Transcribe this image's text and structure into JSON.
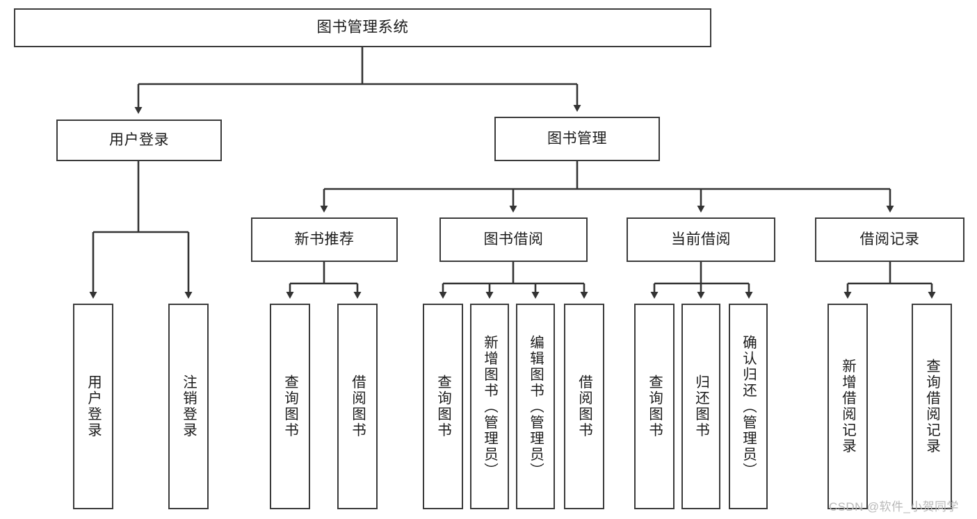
{
  "diagram": {
    "type": "tree-hierarchy",
    "title": "图书管理系统",
    "orientation": "top-down",
    "levels": 4,
    "root": {
      "id": "root",
      "label": "图书管理系统",
      "text_direction": "horizontal"
    },
    "level2": [
      {
        "id": "user-login",
        "label": "用户登录",
        "text_direction": "horizontal"
      },
      {
        "id": "book-manage",
        "label": "图书管理",
        "text_direction": "horizontal"
      }
    ],
    "level3": [
      {
        "id": "new-book-recommend",
        "label": "新书推荐",
        "parent": "book-manage",
        "text_direction": "horizontal"
      },
      {
        "id": "book-borrow",
        "label": "图书借阅",
        "parent": "book-manage",
        "text_direction": "horizontal"
      },
      {
        "id": "current-borrow",
        "label": "当前借阅",
        "parent": "book-manage",
        "text_direction": "horizontal"
      },
      {
        "id": "borrow-record",
        "label": "借阅记录",
        "parent": "book-manage",
        "text_direction": "horizontal"
      }
    ],
    "leaves": [
      {
        "id": "leaf-user-login",
        "label": "用户登录",
        "parent": "user-login",
        "text_direction": "vertical"
      },
      {
        "id": "leaf-user-logout",
        "label": "注销登录",
        "parent": "user-login",
        "text_direction": "vertical"
      },
      {
        "id": "leaf-query-book-1",
        "label": "查询图书",
        "parent": "new-book-recommend",
        "text_direction": "vertical"
      },
      {
        "id": "leaf-borrow-book-1",
        "label": "借阅图书",
        "parent": "new-book-recommend",
        "text_direction": "vertical"
      },
      {
        "id": "leaf-query-book-2",
        "label": "查询图书",
        "parent": "book-borrow",
        "text_direction": "vertical"
      },
      {
        "id": "leaf-add-book",
        "label": "新增图书（管理员）",
        "parent": "book-borrow",
        "text_direction": "vertical"
      },
      {
        "id": "leaf-edit-book",
        "label": "编辑图书（管理员）",
        "parent": "book-borrow",
        "text_direction": "vertical"
      },
      {
        "id": "leaf-borrow-book-2",
        "label": "借阅图书",
        "parent": "book-borrow",
        "text_direction": "vertical"
      },
      {
        "id": "leaf-query-book-3",
        "label": "查询图书",
        "parent": "current-borrow",
        "text_direction": "vertical"
      },
      {
        "id": "leaf-return-book",
        "label": "归还图书",
        "parent": "current-borrow",
        "text_direction": "vertical"
      },
      {
        "id": "leaf-confirm-return",
        "label": "确认归还（管理员）",
        "parent": "current-borrow",
        "text_direction": "vertical"
      },
      {
        "id": "leaf-add-record",
        "label": "新增借阅记录",
        "parent": "borrow-record",
        "text_direction": "vertical"
      },
      {
        "id": "leaf-query-record",
        "label": "查询借阅记录",
        "parent": "borrow-record",
        "text_direction": "vertical"
      }
    ],
    "colors": {
      "box_border": "#3a3a3a",
      "box_fill": "#ffffff",
      "connector": "#333333",
      "text": "#1b1b1b",
      "background": "#ffffff",
      "watermark": "#b9b9b9"
    }
  },
  "watermark": {
    "text": "CSDN @软件_小贺同学"
  }
}
